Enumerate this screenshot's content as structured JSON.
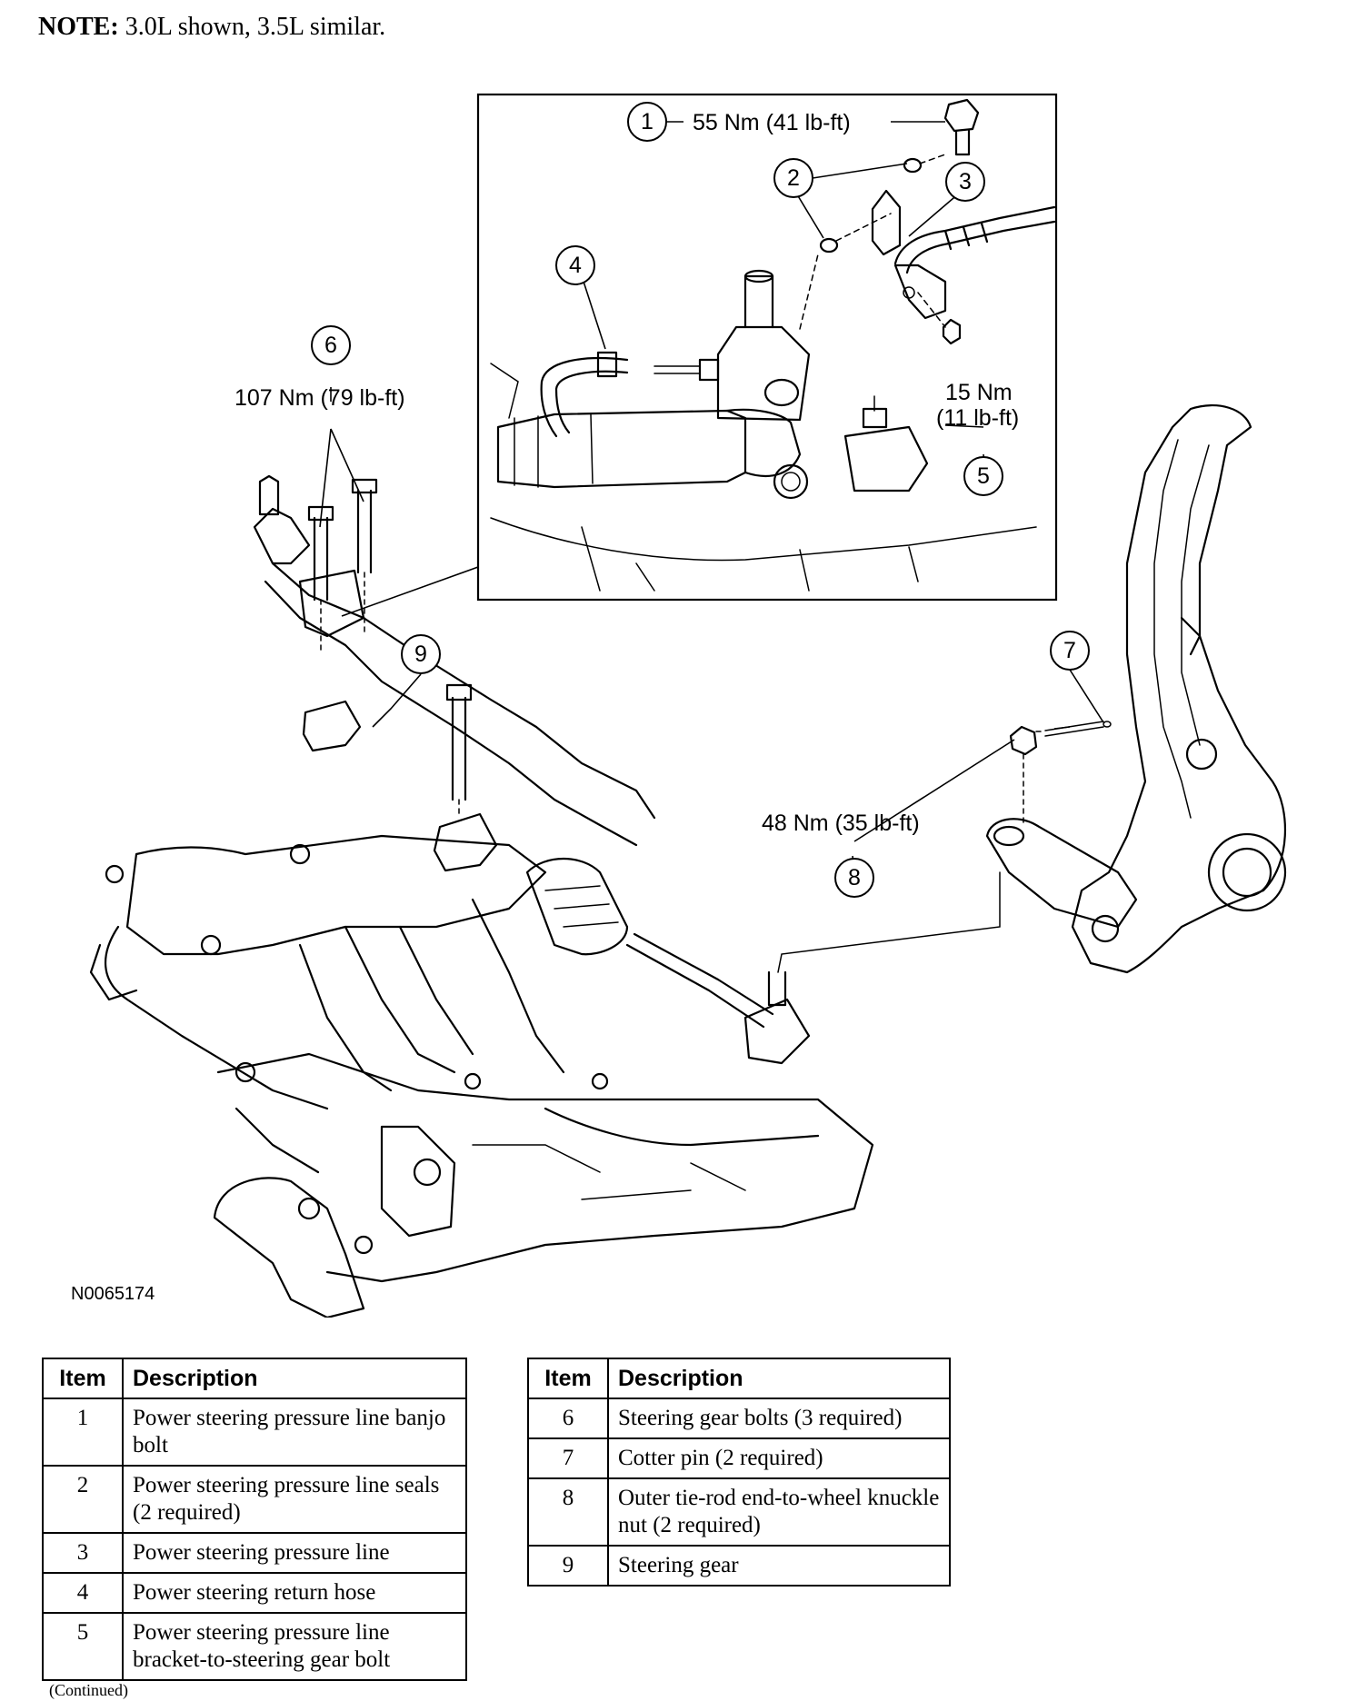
{
  "note": {
    "label": "NOTE:",
    "text": " 3.0L shown, 3.5L similar."
  },
  "figure": {
    "id": "N0065174",
    "callouts": {
      "c1": "1",
      "c2": "2",
      "c3": "3",
      "c4": "4",
      "c5": "5",
      "c6": "6",
      "c7": "7",
      "c8": "8",
      "c9": "9"
    },
    "torques": {
      "t1": "55 Nm (41 lb-ft)",
      "t5_line1": "15 Nm",
      "t5_line2": "(11 lb-ft)",
      "t6": "107 Nm (79 lb-ft)",
      "t8": "48 Nm (35 lb-ft)"
    }
  },
  "table_headers": {
    "item": "Item",
    "description": "Description"
  },
  "table_left": [
    {
      "item": "1",
      "description": "Power steering pressure line banjo bolt"
    },
    {
      "item": "2",
      "description": "Power steering pressure line seals (2 required)"
    },
    {
      "item": "3",
      "description": "Power steering pressure line"
    },
    {
      "item": "4",
      "description": "Power steering return hose"
    },
    {
      "item": "5",
      "description": "Power steering pressure line bracket-to-steering gear bolt"
    }
  ],
  "table_right": [
    {
      "item": "6",
      "description": "Steering gear bolts (3 required)"
    },
    {
      "item": "7",
      "description": "Cotter pin (2 required)"
    },
    {
      "item": "8",
      "description": "Outer tie-rod end-to-wheel knuckle nut (2 required)"
    },
    {
      "item": "9",
      "description": "Steering gear"
    }
  ],
  "footer": "(Continued)"
}
